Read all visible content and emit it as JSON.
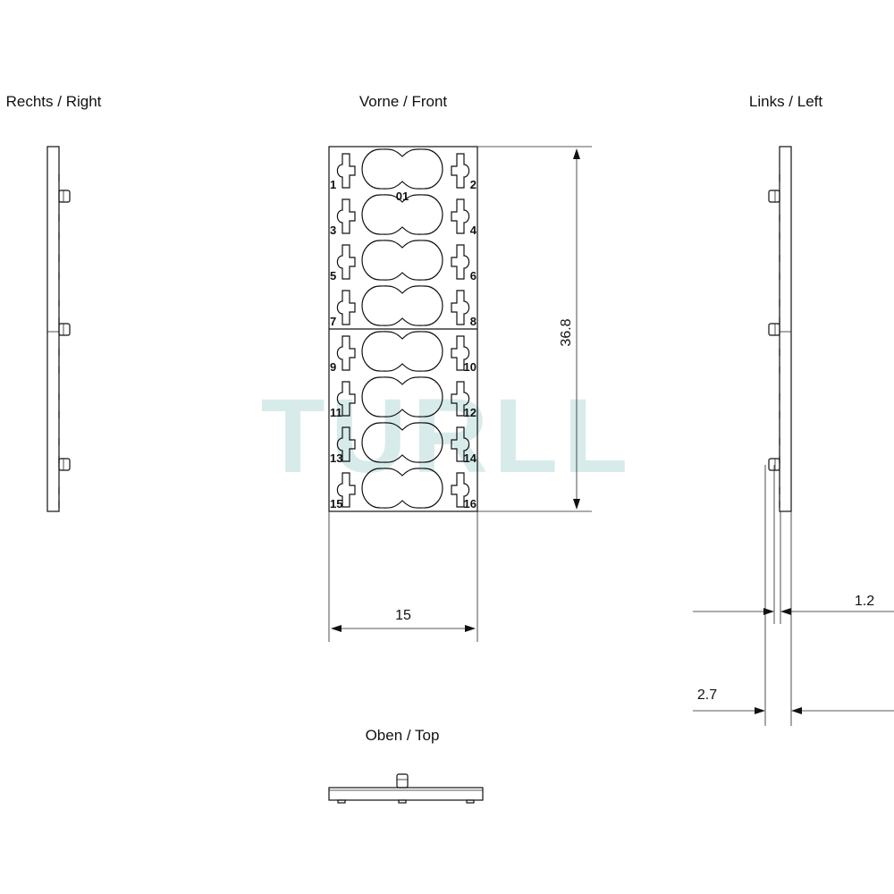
{
  "views": {
    "right": "Rechts / Right",
    "front": "Vorne / Front",
    "left": "Links / Left",
    "top": "Oben / Top"
  },
  "dimensions": {
    "height": "36.8",
    "width": "15",
    "tab": "1.2",
    "depth": "2.7"
  },
  "part": {
    "center_label": "01",
    "left_numbers": [
      "1",
      "3",
      "5",
      "7",
      "9",
      "11",
      "13",
      "15"
    ],
    "right_numbers": [
      "2",
      "4",
      "6",
      "8",
      "10",
      "12",
      "14",
      "16"
    ]
  },
  "watermark": "TURLL",
  "colors": {
    "line": "#111111",
    "watermark": "#b9dcdc"
  }
}
